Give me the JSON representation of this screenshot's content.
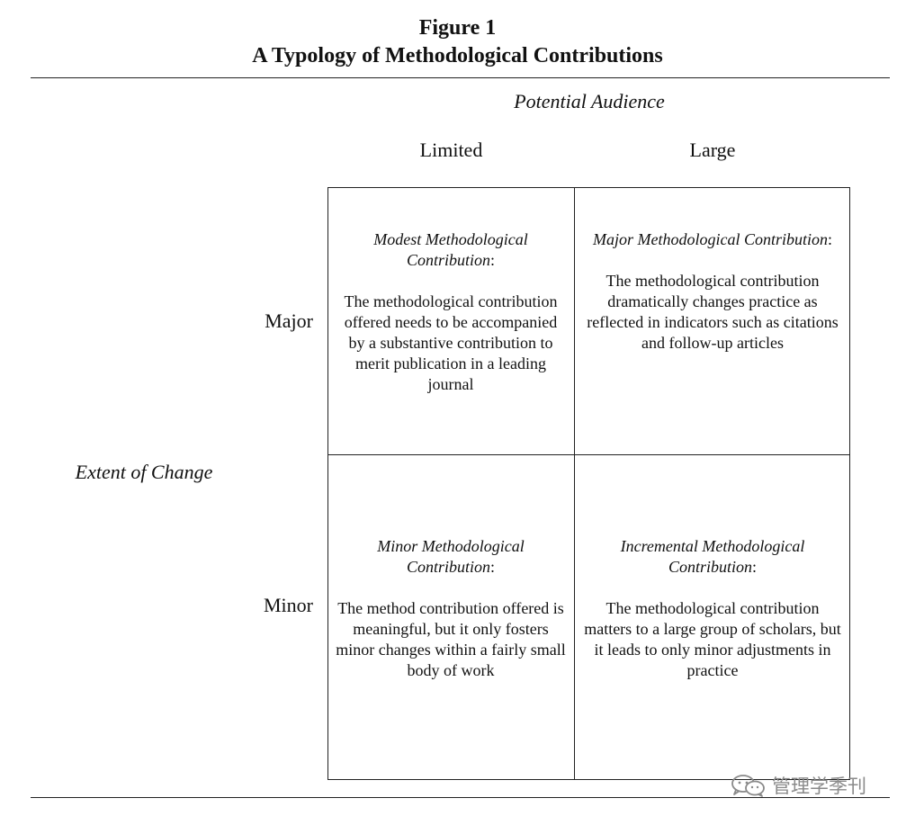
{
  "figure": {
    "number": "Figure 1",
    "caption": "A Typology of Methodological Contributions"
  },
  "axes": {
    "x_title": "Potential Audience",
    "x_levels": [
      "Limited",
      "Large"
    ],
    "y_title": "Extent of Change",
    "y_levels": [
      "Major",
      "Minor"
    ]
  },
  "cells": {
    "modest": {
      "title": "Modest Methodological Contribution",
      "colon": ":",
      "body": "The methodological contribution offered needs to be accompanied by a substantive contribution to merit publication in a leading journal"
    },
    "major": {
      "title": "Major Methodological Contribution",
      "colon": ":",
      "body": "The methodological contribution dramatically changes practice as reflected in indicators such as citations and follow-up articles"
    },
    "minor": {
      "title": "Minor Methodological Contribution",
      "colon": ":",
      "body": "The method contribution offered is meaningful, but it only fosters minor changes within a fairly small body of work"
    },
    "incremental": {
      "title": "Incremental Methodological Contribution",
      "colon": ":",
      "body": "The methodological contribution matters to a large group of scholars, but it leads to only minor adjustments in practice"
    }
  },
  "watermark": {
    "icon": "wechat-icon",
    "text": "管理学季刊"
  }
}
